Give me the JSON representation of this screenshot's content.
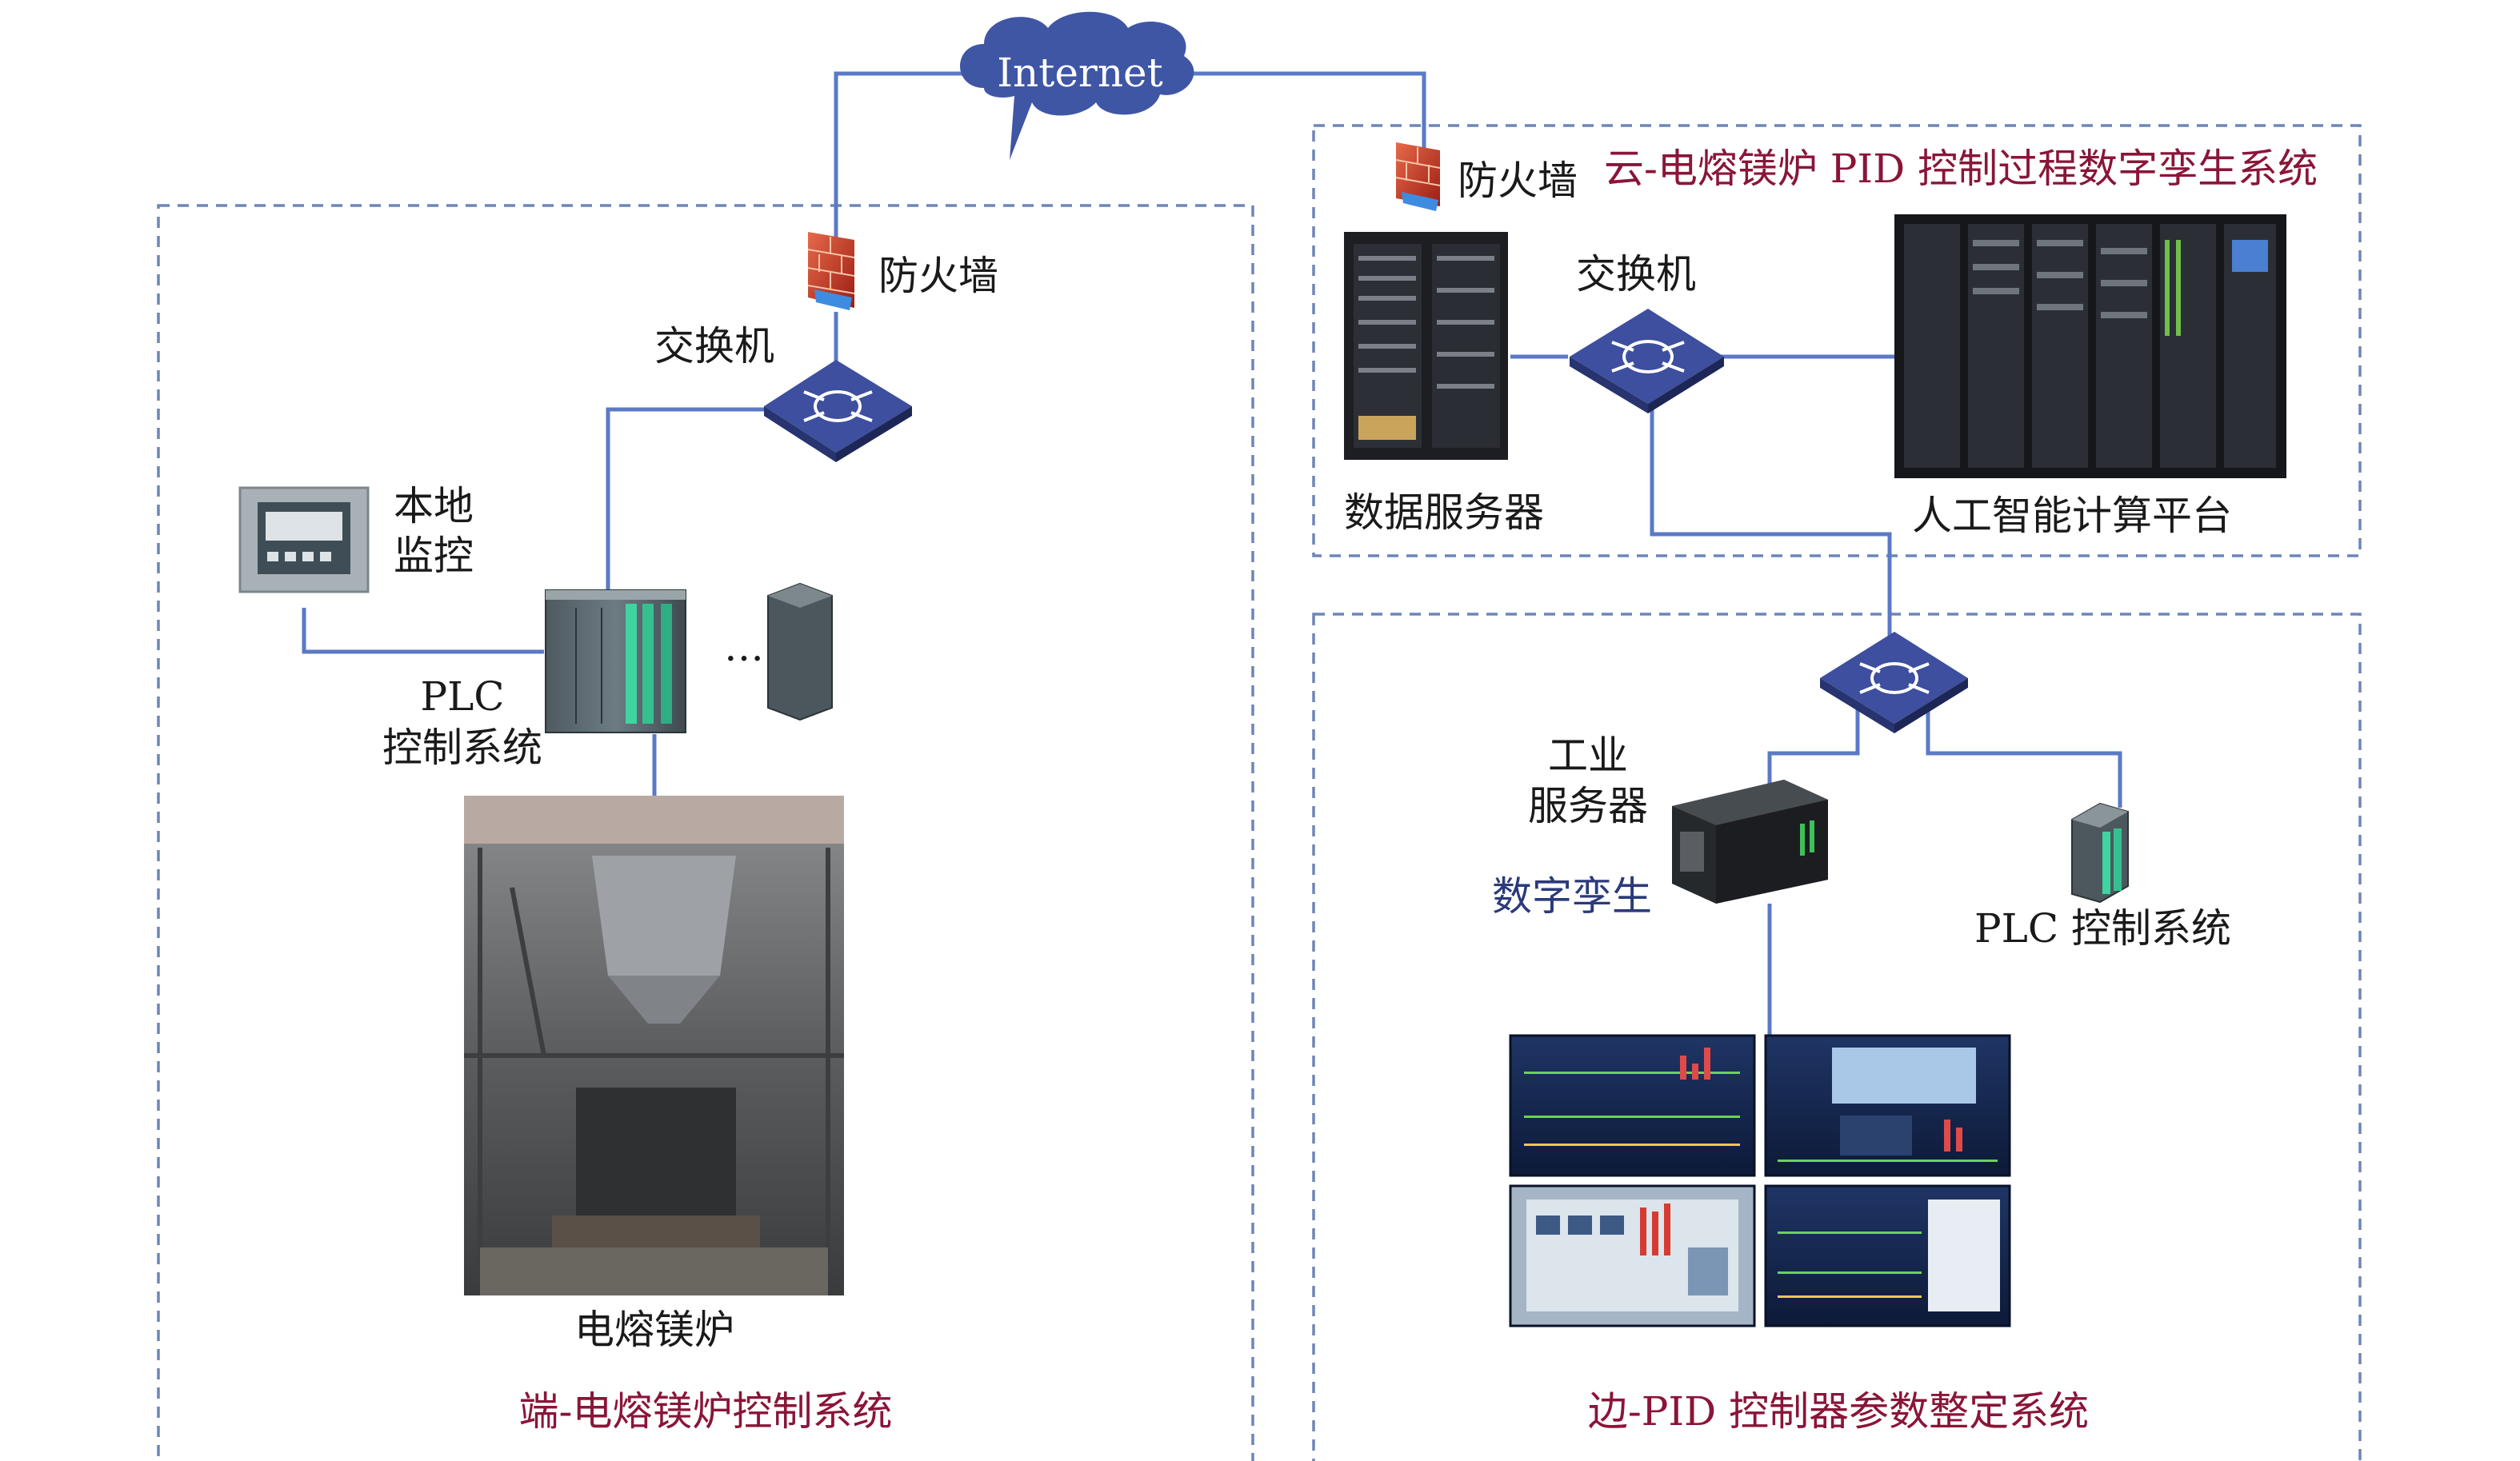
{
  "internet": {
    "label": "Internet"
  },
  "left_system": {
    "title": "端-电熔镁炉控制系统",
    "firewall_label": "防火墙",
    "switch_label": "交换机",
    "local_monitor_label": [
      "本地",
      "监控"
    ],
    "plc_label": [
      "PLC",
      "控制系统"
    ],
    "plc_ellipsis": "…",
    "furnace_label": "电熔镁炉"
  },
  "cloud_system": {
    "title": "云-电熔镁炉 PID 控制过程数字孪生系统",
    "firewall_label": "防火墙",
    "switch_label": "交换机",
    "data_server_label": "数据服务器",
    "ai_platform_label": "人工智能计算平台"
  },
  "edge_system": {
    "title": "边-PID 控制器参数整定系统",
    "industrial_server_label": [
      "工业",
      "服务器"
    ],
    "digital_twin_label": "数字孪生",
    "plc_label": "PLC 控制系统"
  },
  "colors": {
    "line": "#5b79c6",
    "region_border": "#6d86b7",
    "title_red": "#8a1538",
    "switch_blue": "#3d4f9e",
    "cloud_blue": "#3f56a5"
  }
}
